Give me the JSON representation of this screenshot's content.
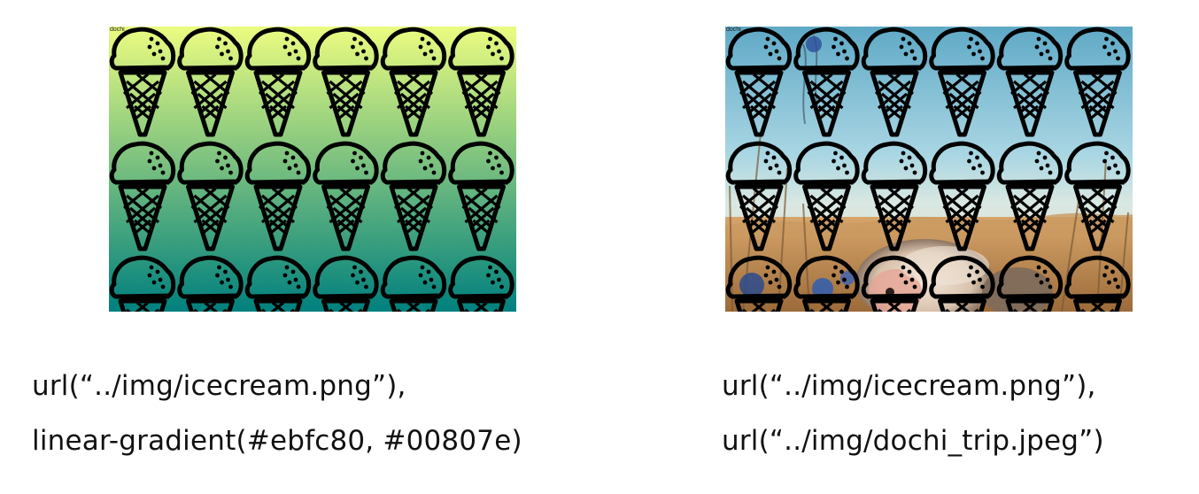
{
  "left_example": {
    "image_label": "dochi",
    "gradient_start": "#ebfc80",
    "gradient_end": "#00807e",
    "icon": "icecream-icon",
    "caption_line1": "url(“../img/icecream.png”),",
    "caption_line2": "linear-gradient(#ebfc80, #00807e)"
  },
  "right_example": {
    "image_label": "dochi",
    "icon": "icecream-icon",
    "photo": "hedgehog-photo",
    "caption_line1": "url(“../img/icecream.png”),",
    "caption_line2": "url(“../img/dochi_trip.jpeg”)"
  }
}
